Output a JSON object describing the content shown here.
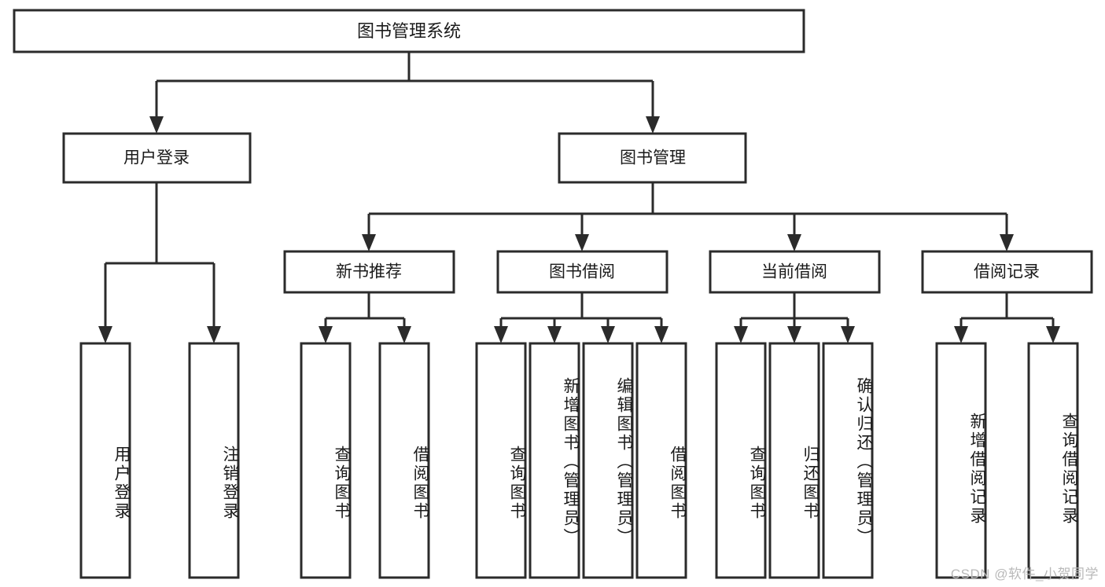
{
  "diagram": {
    "title": "图书管理系统",
    "watermark": "CSDN @软件_小贺同学",
    "colors": {
      "stroke": "#2b2b2b",
      "box_fill": "#ffffff",
      "text": "#1a1a1a",
      "watermark": "#b9b9b9",
      "background": "#ffffff"
    },
    "levels": {
      "root": {
        "label": "图书管理系统"
      },
      "level2": [
        {
          "label": "用户登录"
        },
        {
          "label": "图书管理"
        }
      ],
      "level3": [
        {
          "label": "新书推荐"
        },
        {
          "label": "图书借阅"
        },
        {
          "label": "当前借阅"
        },
        {
          "label": "借阅记录"
        }
      ],
      "leaves": {
        "user_login": [
          {
            "label": "用户登录"
          },
          {
            "label": "注销登录"
          }
        ],
        "new_book_recommend": [
          {
            "label": "查询图书"
          },
          {
            "label": "借阅图书"
          }
        ],
        "book_borrow": [
          {
            "label": "查询图书"
          },
          {
            "label": "新增图书（管理员）"
          },
          {
            "label": "编辑图书（管理员）"
          },
          {
            "label": "借阅图书"
          }
        ],
        "current_borrow": [
          {
            "label": "查询图书"
          },
          {
            "label": "归还图书"
          },
          {
            "label": "确认归还（管理员）"
          }
        ],
        "borrow_records": [
          {
            "label": "新增借阅记录"
          },
          {
            "label": "查询借阅记录"
          }
        ]
      }
    }
  }
}
